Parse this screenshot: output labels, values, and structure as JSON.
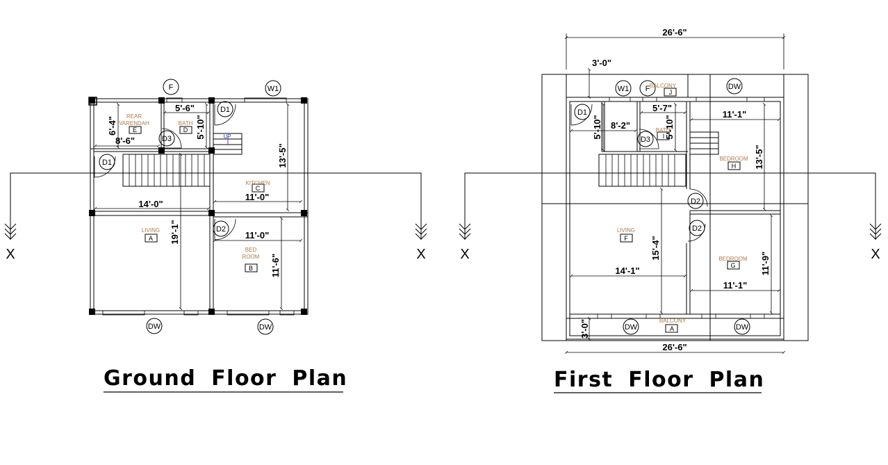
{
  "ground_floor": {
    "title": "Ground Floor Plan",
    "rooms": {
      "rear_verandah": {
        "name_line1": "REAR",
        "name_line2": "VARENDAH",
        "tag": "E"
      },
      "bath": {
        "name": "BATH",
        "tag": "D"
      },
      "kitchen": {
        "name": "KITCHEN",
        "tag": "C"
      },
      "living": {
        "name": "LIVING",
        "tag": "A"
      },
      "bed_room": {
        "name_line1": "BED",
        "name_line2": "ROOM",
        "tag": "B"
      }
    },
    "dimensions": {
      "verandah_height": "6'-4\"",
      "verandah_width": "8'-6\"",
      "bath_width": "5'-6\"",
      "bath_height": "5'-10\"",
      "kitchen_height": "13'-5\"",
      "kitchen_width": "11'-0\"",
      "living_width": "14'-0\"",
      "living_height": "19'-1\"",
      "bedroom_width": "11'-0\"",
      "bedroom_height": "11'-6\""
    },
    "openings": {
      "f": "F",
      "w1": "W1",
      "d1_top": "D1",
      "d1_left": "D1",
      "d3": "D3",
      "d2": "D2",
      "dw_left": "DW",
      "dw_right": "DW"
    },
    "stair_label": "UP"
  },
  "first_floor": {
    "title": "First Floor Plan",
    "rooms": {
      "balcony_top": {
        "name": "BALCONY",
        "tag": "J"
      },
      "bath": {
        "name": "BATH",
        "tag": "I"
      },
      "bedroom_top": {
        "name": "BEDROOM",
        "tag": "H"
      },
      "living": {
        "name": "LIVING",
        "tag": "F"
      },
      "bedroom_bottom": {
        "name": "BEDROOM",
        "tag": "G"
      },
      "balcony_bottom": {
        "name": "BALCONY",
        "tag": "A"
      }
    },
    "dimensions": {
      "overall_top": "26'-6\"",
      "overall_bottom": "26'-6\"",
      "balcony_depth_top": "3'-0\"",
      "balcony_depth_bottom": "3'-0\"",
      "left_height": "5'-10\"",
      "left_width": "8'-2\"",
      "bath_width": "5'-7\"",
      "bath_height": "5'-10\"",
      "bedroom_top_width": "11'-1\"",
      "bedroom_top_height": "13'-5\"",
      "living_height": "15'-4\"",
      "living_width": "14'-1\"",
      "bedroom_bottom_width": "11'-1\"",
      "bedroom_bottom_height": "11'-9\""
    },
    "openings": {
      "w1": "W1",
      "f": "F",
      "dw_top": "DW",
      "d1": "D1",
      "d3": "D3",
      "d2_top": "D2",
      "d2_bottom": "D2",
      "dw_left": "DW",
      "dw_right": "DW"
    }
  },
  "section_marker": "X"
}
